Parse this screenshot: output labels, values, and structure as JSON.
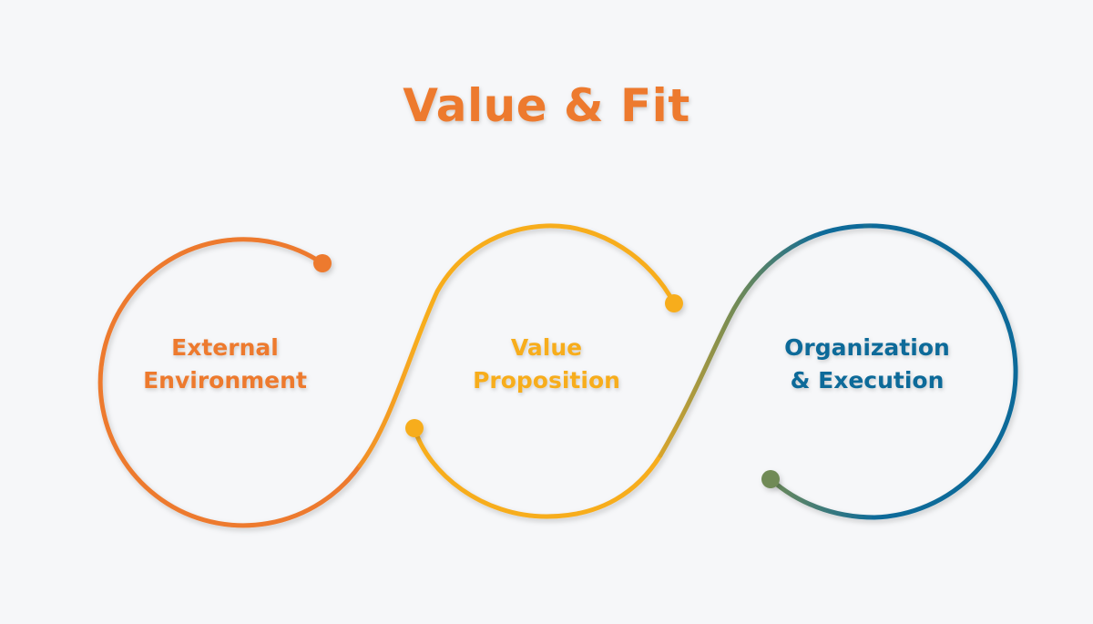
{
  "title": "Value & Fit",
  "colors": {
    "background": "#f6f7f9",
    "title": "#ed7a2e",
    "orange": "#ed7a2e",
    "amber": "#f7ad1f",
    "olive": "#6f8a57",
    "blue": "#0f6b99"
  },
  "stages": [
    {
      "name": "external-environment",
      "lines": [
        "External",
        "Environment"
      ],
      "color": "#ed7a2e"
    },
    {
      "name": "value-proposition",
      "lines": [
        "Value",
        "Proposition"
      ],
      "color": "#f7ad1f"
    },
    {
      "name": "organization-execution",
      "lines": [
        "Organization",
        "& Execution"
      ],
      "color": "#0f6b99"
    }
  ]
}
